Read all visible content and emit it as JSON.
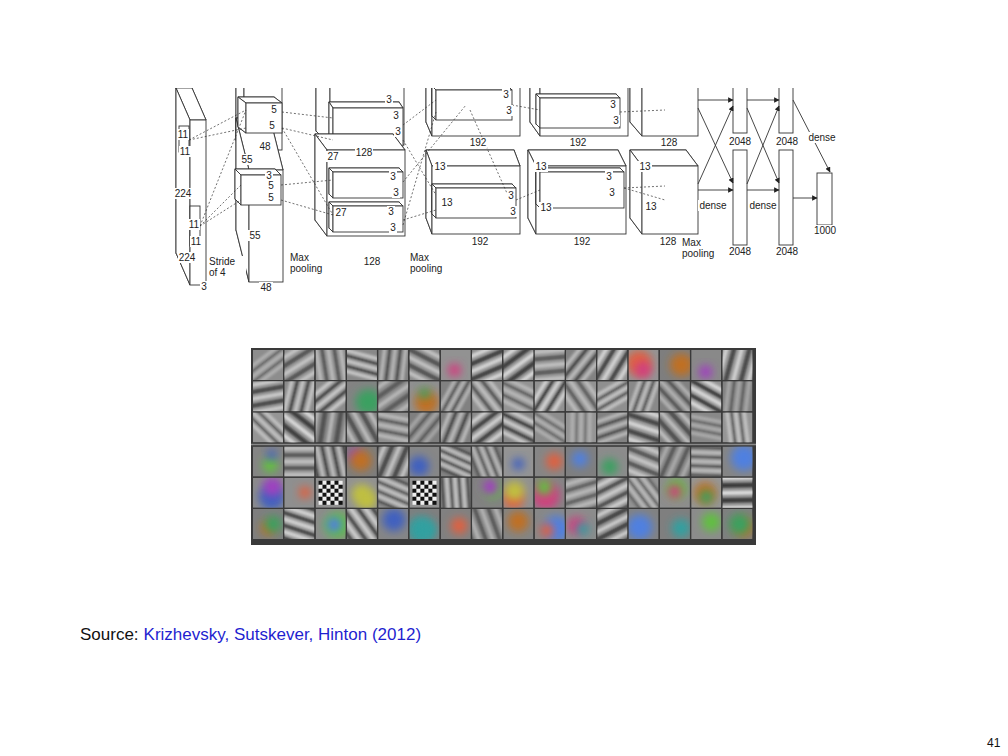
{
  "diagram": {
    "labels": [
      "11",
      "11",
      "224",
      "11",
      "11",
      "224",
      "Stride of 4",
      "3",
      "5",
      "5",
      "48",
      "55",
      "3",
      "5",
      "5",
      "55",
      "48",
      "Max pooling",
      "27",
      "128",
      "3",
      "3",
      "3",
      "3",
      "3",
      "27",
      "3",
      "3",
      "128",
      "Max pooling",
      "3",
      "3",
      "192",
      "3",
      "3",
      "192",
      "128",
      "2048",
      "2048",
      "dense",
      "13",
      "13",
      "3",
      "3",
      "192",
      "13",
      "13",
      "3",
      "3",
      "192",
      "13",
      "13",
      "dense",
      "dense",
      "128",
      "Max pooling",
      "2048",
      "2048",
      "1000",
      "Source:",
      "Krizhevsky, Sutskever, Hinton (2012)",
      "41"
    ]
  }
}
